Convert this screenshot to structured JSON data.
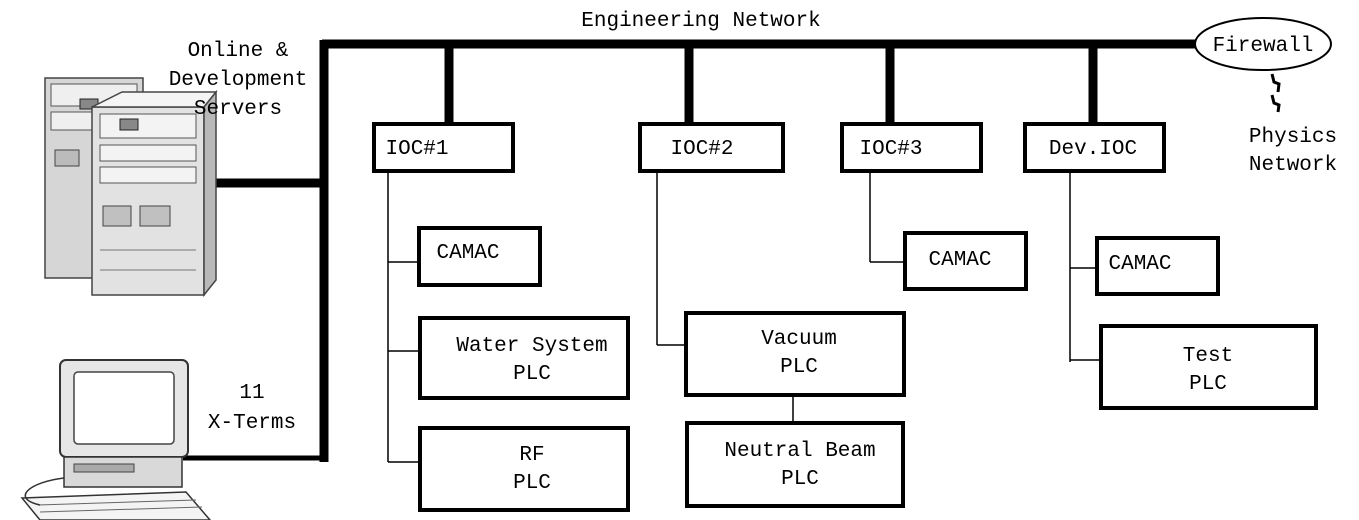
{
  "network": {
    "engineering": "Engineering Network",
    "physics_line1": "Physics",
    "physics_line2": "Network"
  },
  "firewall": {
    "label": "Firewall"
  },
  "servers": {
    "label_line1": "Online &",
    "label_line2": "Development",
    "label_line3": "Servers"
  },
  "xterms": {
    "count": "11",
    "label": "X-Terms"
  },
  "iocs": [
    {
      "label": "IOC#1"
    },
    {
      "label": "IOC#2"
    },
    {
      "label": "IOC#3"
    },
    {
      "label": "Dev.IOC"
    }
  ],
  "devices": {
    "camac1": "CAMAC",
    "water_line1": "Water System",
    "water_line2": "PLC",
    "rf_line1": "RF",
    "rf_line2": "PLC",
    "vacuum_line1": "Vacuum",
    "vacuum_line2": "PLC",
    "neutral_line1": "Neutral Beam",
    "neutral_line2": "PLC",
    "camac3": "CAMAC",
    "camac_dev": "CAMAC",
    "test_line1": "Test",
    "test_line2": "PLC"
  }
}
